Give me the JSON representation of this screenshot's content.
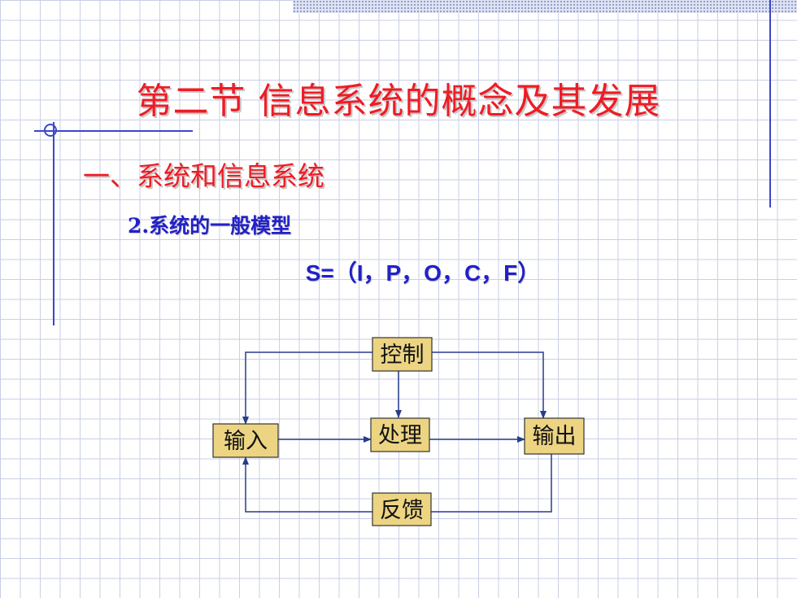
{
  "slide": {
    "title": "第二节  信息系统的概念及其发展",
    "heading": "一、系统和信息系统",
    "subheading": "2.系统的一般模型",
    "formula": "S=（I，P，O，C，F）"
  },
  "diagram": {
    "nodes": {
      "control": "控制",
      "input": "输入",
      "process": "处理",
      "output": "输出",
      "feedback": "反馈"
    },
    "colors": {
      "node_fill": "#ecd483",
      "line": "#283c8c",
      "title": "#ee1c25",
      "subtitle": "#2121c8"
    }
  }
}
